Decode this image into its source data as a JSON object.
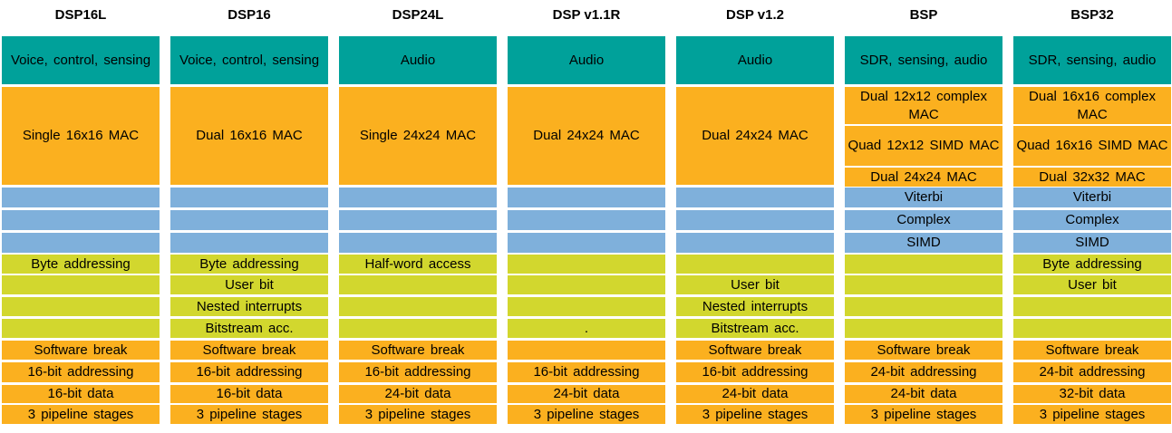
{
  "colors": {
    "teal": "#00a19a",
    "orange": "#fbb01f",
    "blue": "#7fb0db",
    "green": "#d2d72e"
  },
  "columns": [
    {
      "title": "DSP16L",
      "application": "Voice, control, sensing",
      "mac": [
        "Single 16x16 MAC"
      ],
      "features": [
        "",
        "",
        ""
      ],
      "options": [
        "Byte addressing",
        "",
        "",
        ""
      ],
      "software_break": "Software break",
      "addressing": "16-bit addressing",
      "data": "16-bit data",
      "pipeline": "3 pipeline stages"
    },
    {
      "title": "DSP16",
      "application": "Voice, control, sensing",
      "mac": [
        "Dual 16x16 MAC"
      ],
      "features": [
        "",
        "",
        ""
      ],
      "options": [
        "Byte addressing",
        "User bit",
        "Nested interrupts",
        "Bitstream acc."
      ],
      "software_break": "Software break",
      "addressing": "16-bit addressing",
      "data": "16-bit data",
      "pipeline": "3 pipeline stages"
    },
    {
      "title": "DSP24L",
      "application": "Audio",
      "mac": [
        "Single 24x24 MAC"
      ],
      "features": [
        "",
        "",
        ""
      ],
      "options": [
        "Half-word access",
        "",
        "",
        ""
      ],
      "software_break": "Software break",
      "addressing": "16-bit addressing",
      "data": "24-bit data",
      "pipeline": "3 pipeline stages"
    },
    {
      "title": "DSP v1.1R",
      "application": "Audio",
      "mac": [
        "Dual 24x24 MAC"
      ],
      "features": [
        "",
        "",
        ""
      ],
      "options": [
        "",
        "",
        "",
        "."
      ],
      "software_break": "",
      "addressing": "16-bit addressing",
      "data": "24-bit data",
      "pipeline": "3 pipeline stages"
    },
    {
      "title": "DSP v1.2",
      "application": "Audio",
      "mac": [
        "Dual 24x24 MAC"
      ],
      "features": [
        "",
        "",
        ""
      ],
      "options": [
        "",
        "User bit",
        "Nested interrupts",
        "Bitstream acc."
      ],
      "software_break": "Software break",
      "addressing": "16-bit addressing",
      "data": "24-bit data",
      "pipeline": "3 pipeline stages"
    },
    {
      "title": "BSP",
      "application": "SDR, sensing, audio",
      "mac": [
        "Dual 12x12 complex MAC",
        "Quad 12x12 SIMD MAC",
        "Dual 24x24 MAC"
      ],
      "features": [
        "Viterbi",
        "Complex",
        "SIMD"
      ],
      "options": [
        "",
        "",
        "",
        ""
      ],
      "software_break": "Software break",
      "addressing": "24-bit addressing",
      "data": "24-bit data",
      "pipeline": "3 pipeline stages"
    },
    {
      "title": "BSP32",
      "application": "SDR, sensing, audio",
      "mac": [
        "Dual 16x16 complex MAC",
        "Quad 16x16 SIMD MAC",
        "Dual 32x32 MAC"
      ],
      "features": [
        "Viterbi",
        "Complex",
        "SIMD"
      ],
      "options": [
        "Byte addressing",
        "User bit",
        "",
        ""
      ],
      "software_break": "Software break",
      "addressing": "24-bit addressing",
      "data": "32-bit data",
      "pipeline": "3 pipeline stages"
    }
  ]
}
